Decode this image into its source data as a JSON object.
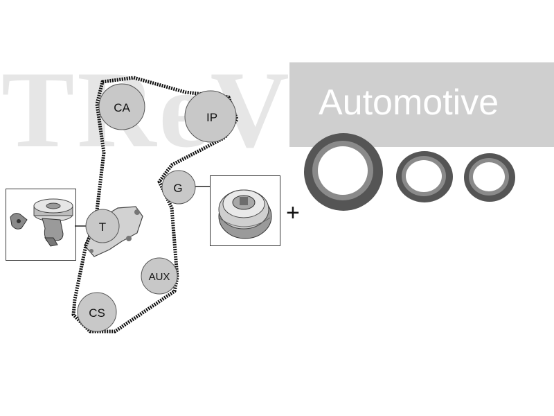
{
  "watermark": {
    "brand_text": "TReVi",
    "tagline": "Automotive"
  },
  "diagram": {
    "pulleys": [
      {
        "id": "ca",
        "label": "CA"
      },
      {
        "id": "ip",
        "label": "IP"
      },
      {
        "id": "g",
        "label": "G"
      },
      {
        "id": "t",
        "label": "T"
      },
      {
        "id": "aux",
        "label": "AUX"
      },
      {
        "id": "cs",
        "label": "CS"
      }
    ],
    "plus_sign": "+"
  },
  "colors": {
    "belt": "#111111",
    "pulley_fill": "#c8c8c8",
    "seal_outer": "#555555",
    "seal_inner": "#8a8a8a",
    "watermark_box": "#cfcfcf"
  }
}
